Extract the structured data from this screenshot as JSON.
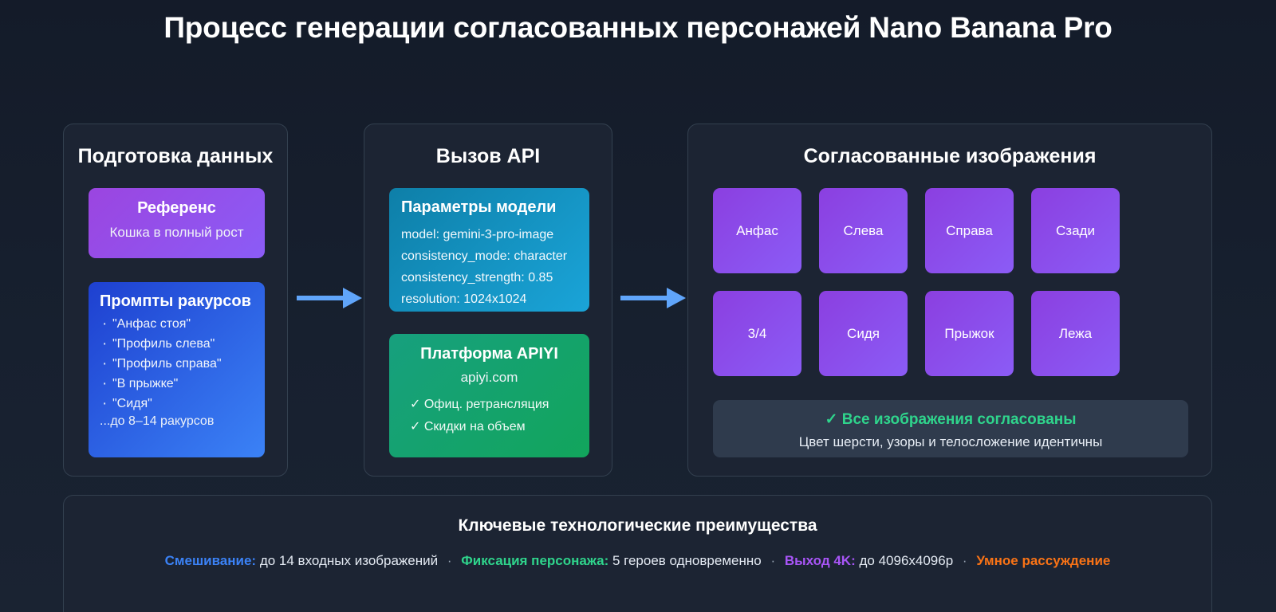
{
  "page": {
    "title": "Процесс генерации согласованных персонажей Nano Banana Pro",
    "background": "#151d2c"
  },
  "panels": {
    "prep": {
      "title": "Подготовка данных",
      "reference": {
        "title": "Референс",
        "subtitle": "Кошка в полный рост",
        "color": "#8b5cf6"
      },
      "prompts": {
        "title": "Промпты ракурсов",
        "color": "#3b82f6",
        "items": [
          "\"Анфас стоя\"",
          "\"Профиль слева\"",
          "\"Профиль справа\"",
          "\"В прыжке\"",
          "\"Сидя\""
        ],
        "more": "...до 8–14 ракурсов"
      }
    },
    "api": {
      "title": "Вызов API",
      "params": {
        "title": "Параметры модели",
        "color": "#1aa4d8",
        "lines": [
          "model: gemini-3-pro-image",
          "consistency_mode: character",
          "consistency_strength: 0.85",
          "resolution: 1024x1024"
        ]
      },
      "platform": {
        "title": "Платформа APIYI",
        "subtitle": "apiyi.com",
        "color": "#12a55c",
        "features": [
          "✓ Офиц. ретрансляция",
          "✓ Скидки на объем"
        ]
      }
    },
    "output": {
      "title": "Согласованные изображения",
      "tile_color": "#8b5cf6",
      "tiles": [
        "Анфас",
        "Слева",
        "Справа",
        "Сзади",
        "3/4",
        "Сидя",
        "Прыжок",
        "Лежа"
      ],
      "status": {
        "headline": "✓ Все изображения согласованы",
        "detail": "Цвет шерсти, узоры и телосложение идентичны",
        "color": "#2fd48c"
      }
    },
    "footer": {
      "title": "Ключевые технологические преимущества",
      "items": [
        {
          "key": "Смешивание:",
          "value": "до 14 входных изображений",
          "color": "#3b82f6"
        },
        {
          "key": "Фиксация персонажа:",
          "value": "5 героев одновременно",
          "color": "#2fd48c"
        },
        {
          "key": "Выход 4K:",
          "value": "до 4096x4096p",
          "color": "#a855f7"
        },
        {
          "key": "Умное рассуждение",
          "value": "",
          "color": "#f97316"
        }
      ],
      "separator": "·"
    }
  },
  "arrows": {
    "color": "#60a5fa",
    "first_name": "prep-to-api",
    "second_name": "api-to-output"
  }
}
